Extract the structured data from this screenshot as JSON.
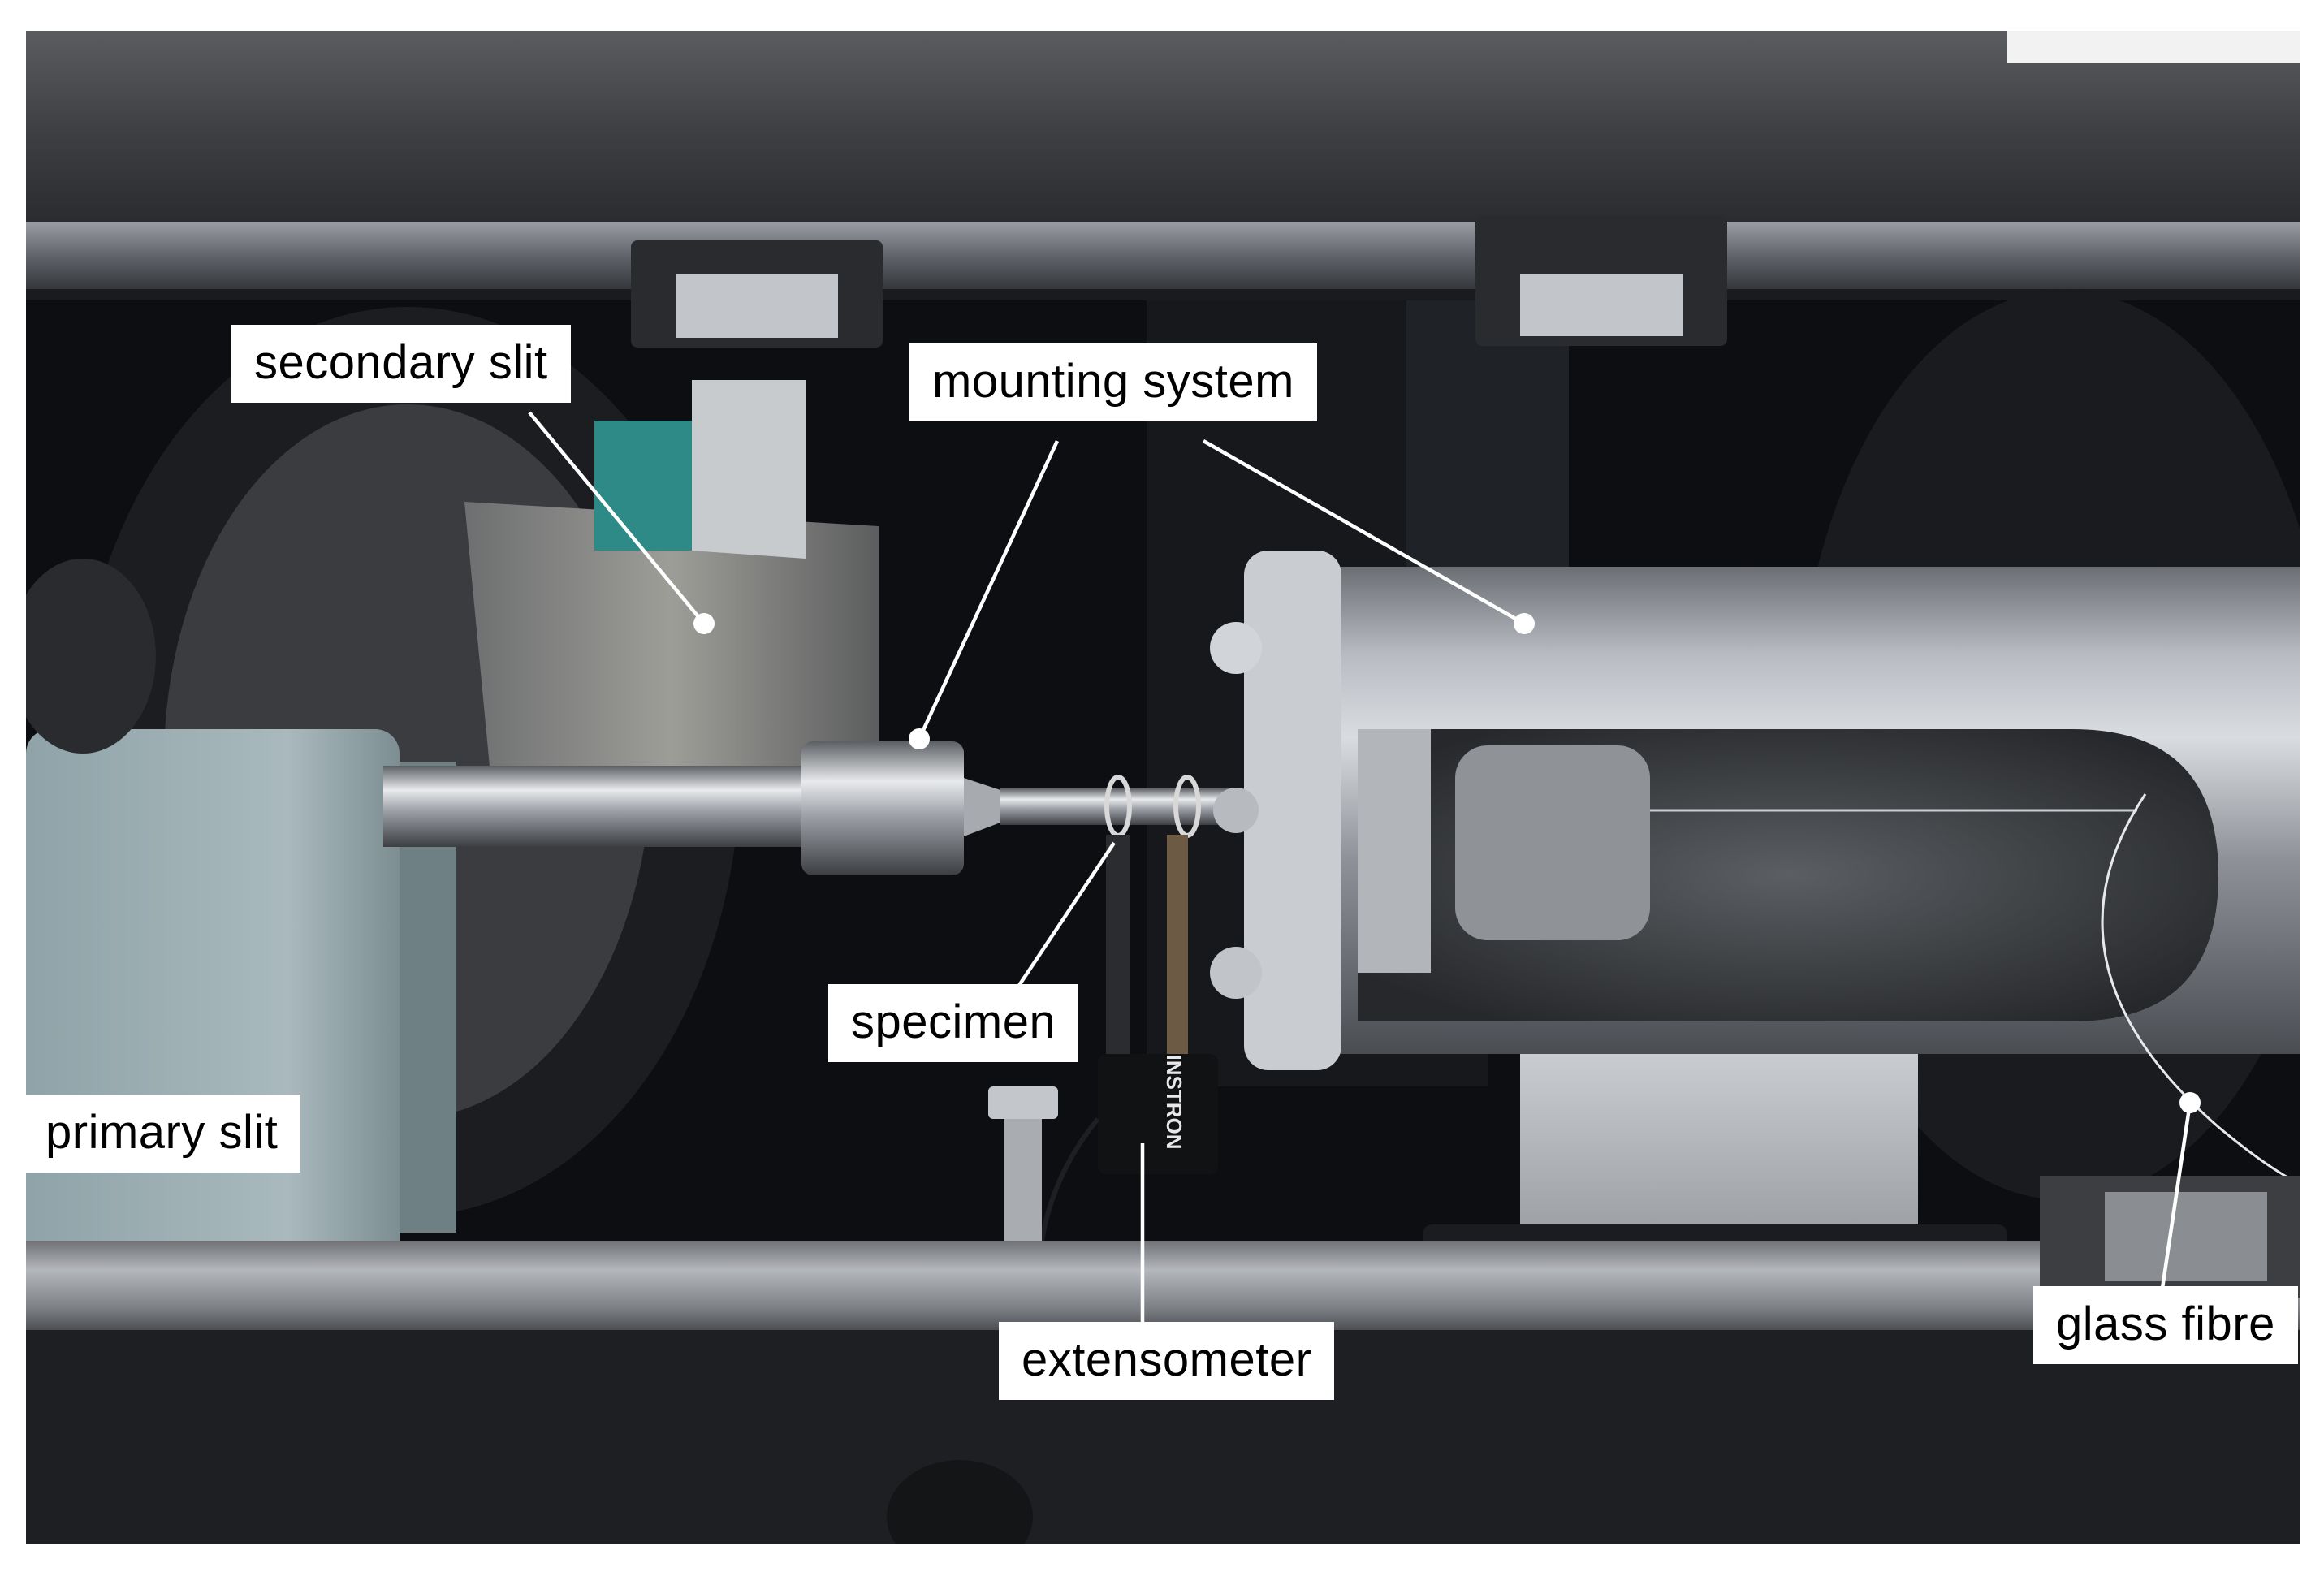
{
  "labels": {
    "secondary_slit": "secondary slit",
    "mounting_system": "mounting system",
    "specimen": "specimen",
    "primary_slit": "primary slit",
    "extensometer": "extensometer",
    "glass_fibre": "glass fibre"
  },
  "extensometer_brand": "INSTRON",
  "colors": {
    "label_background": "#ffffff",
    "label_text": "#000000",
    "leader_line": "#ffffff"
  }
}
